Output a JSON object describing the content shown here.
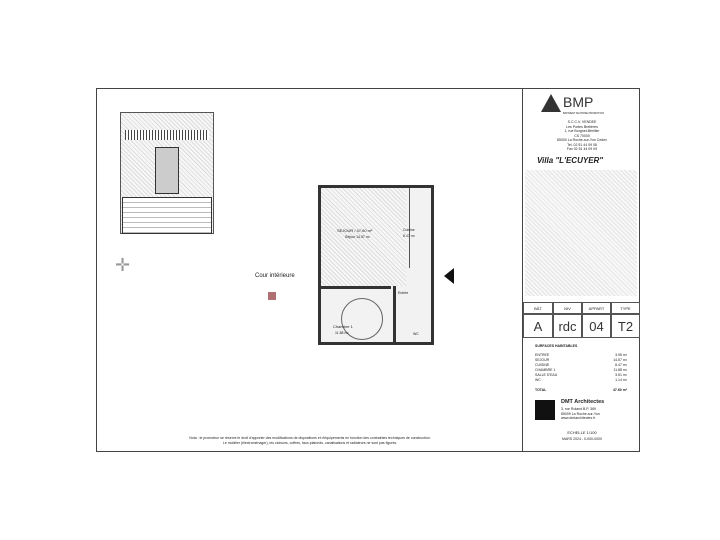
{
  "title_block": {
    "brand": "BMP",
    "brand_tagline": "BATIMENT MAITRISE PROMOTION",
    "address_lines": [
      "S.C.C.V. VENDEE",
      "Les Portes Bretières",
      "1, rue Borgnet-Bérillier",
      "CS 70000",
      "85000 La Roche-sur-Yon Cedex",
      "Tel. 02 51 44 09 08",
      "Fax 02 51 44 09 09"
    ],
    "project": "Villa \"L'ECUYER\"",
    "headers": [
      "BÂT",
      "NIV",
      "APPART",
      "TYPE"
    ],
    "values": [
      "A",
      "rdc",
      "04",
      "T2"
    ],
    "surfaces_title": "SURFACES HABITABLES",
    "surfaces": [
      {
        "label": "ENTREE",
        "value": "3.95 m²"
      },
      {
        "label": "SEJOUR",
        "value": "14.57 m²"
      },
      {
        "label": "CUISINE",
        "value": "8.47 m²"
      },
      {
        "label": "CHAMBRE 1",
        "value": "11.88 m²"
      },
      {
        "label": "SALLE D'EAU",
        "value": "3.51 m²"
      },
      {
        "label": "WC",
        "value": "1.14 m²"
      }
    ],
    "total_label": "TOTAL",
    "total_value": "47.60 m²",
    "architect": "DMT Architectes",
    "architect_lines": [
      "3, rue Roland B.P. 369",
      "85009 La Roche-sur-Yon",
      "www.dmtarchitectes.fr"
    ],
    "scale": "ECHELLE 1/100",
    "date": "MARS 2024 - 0-000-0000"
  },
  "plan": {
    "court_label": "Cour intérieure",
    "room_main": "SEJOUR / 47.60 m²",
    "room_main_sub": "Séjour 14.57 m²",
    "room_bed": "Chambre 1",
    "room_bed_area": "11.88 m²",
    "kitchen": "Cuisine",
    "kitchen_area": "8.47 m²",
    "entry": "Entrée",
    "wc": "WC"
  },
  "footnote": [
    "Nota : le promoteur se réserve le droit d'apporter des modifications de dispositions et d'équipements en fonction des contraintes techniques de construction.",
    "Le mobilier (électroménager), les cloisons, coffres, faux-plafonds, canalisations et radiateurs ne sont pas figurés."
  ]
}
